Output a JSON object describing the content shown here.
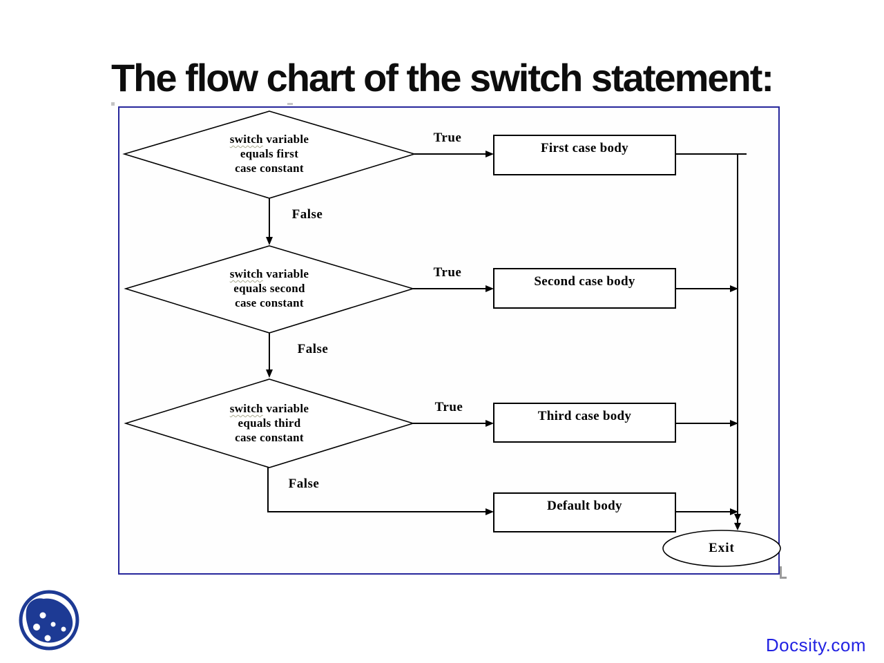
{
  "title": "The flow chart of the switch statement:",
  "watermark": "Docsity.com",
  "flowchart": {
    "decisions": [
      {
        "underlined_word": "switch",
        "line1_rest": "variable",
        "line2": "equals first",
        "line3": "case constant"
      },
      {
        "underlined_word": "switch",
        "line1_rest": "variable",
        "line2": "equals second",
        "line3": "case constant"
      },
      {
        "underlined_word": "switch",
        "line1_rest": "variable",
        "line2": "equals third",
        "line3": "case constant"
      }
    ],
    "processes": [
      {
        "label": "First case body"
      },
      {
        "label": "Second case body"
      },
      {
        "label": "Third case body"
      },
      {
        "label": "Default body"
      }
    ],
    "terminator": {
      "label": "Exit"
    },
    "labels": {
      "true_1": "True",
      "true_2": "True",
      "true_3": "True",
      "false_1": "False",
      "false_2": "False",
      "false_3": "False"
    },
    "colors": {
      "frame_border": "#26269b",
      "line": "#000000",
      "shape_fill": "#ffffff",
      "logo_blue": "#1d3a94",
      "watermark_blue": "#2222e2"
    }
  }
}
